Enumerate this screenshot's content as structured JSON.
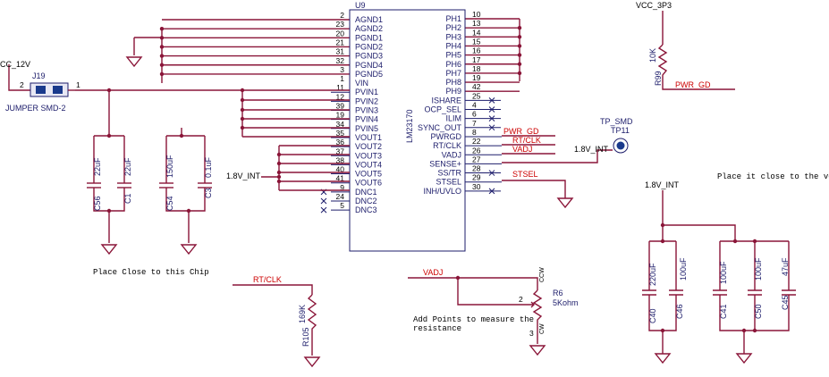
{
  "ic": {
    "ref": "U9",
    "part": "LM23170",
    "left_pins": [
      {
        "num": "2",
        "name": "AGND1"
      },
      {
        "num": "23",
        "name": "AGND2"
      },
      {
        "num": "20",
        "name": "PGND1"
      },
      {
        "num": "21",
        "name": "PGND2"
      },
      {
        "num": "31",
        "name": "PGND3"
      },
      {
        "num": "32",
        "name": "PGND4"
      },
      {
        "num": "3",
        "name": "PGND5"
      },
      {
        "num": "1",
        "name": "VIN"
      },
      {
        "num": "11",
        "name": "PVIN1"
      },
      {
        "num": "12",
        "name": "PVIN2"
      },
      {
        "num": "39",
        "name": "PVIN3"
      },
      {
        "num": "19",
        "name": "PVIN4"
      },
      {
        "num": "34",
        "name": "PVIN5"
      },
      {
        "num": "35",
        "name": "VOUT1"
      },
      {
        "num": "36",
        "name": "VOUT2"
      },
      {
        "num": "37",
        "name": "VOUT3"
      },
      {
        "num": "38",
        "name": "VOUT4"
      },
      {
        "num": "40",
        "name": "VOUT5"
      },
      {
        "num": "41",
        "name": "VOUT6"
      },
      {
        "num": "9",
        "name": "DNC1"
      },
      {
        "num": "24",
        "name": "DNC2"
      },
      {
        "num": "5",
        "name": "DNC3"
      }
    ],
    "right_pins": [
      {
        "num": "10",
        "name": "PH1"
      },
      {
        "num": "13",
        "name": "PH2"
      },
      {
        "num": "14",
        "name": "PH3"
      },
      {
        "num": "15",
        "name": "PH4"
      },
      {
        "num": "16",
        "name": "PH5"
      },
      {
        "num": "17",
        "name": "PH6"
      },
      {
        "num": "18",
        "name": "PH7"
      },
      {
        "num": "19",
        "name": "PH8"
      },
      {
        "num": "42",
        "name": "PH9"
      },
      {
        "num": "25",
        "name": "ISHARE"
      },
      {
        "num": "4",
        "name": "OCP_SEL"
      },
      {
        "num": "6",
        "name": "ILIM"
      },
      {
        "num": "7",
        "name": "SYNC_OUT"
      },
      {
        "num": "8",
        "name": "PWRGD"
      },
      {
        "num": "22",
        "name": "RT/CLK"
      },
      {
        "num": "26",
        "name": "VADJ"
      },
      {
        "num": "27",
        "name": "SENSE+"
      },
      {
        "num": "28",
        "name": "SS/TR"
      },
      {
        "num": "29",
        "name": "STSEL"
      },
      {
        "num": "30",
        "name": "INH/UVLO"
      }
    ]
  },
  "nets": {
    "pwr_gd_1": "PWR_GD",
    "rt_clk_1": "RT/CLK",
    "vadj_1": "VADJ",
    "stsel": "STSEL",
    "pwr_gd_2": "PWR_GD",
    "rt_clk_2": "RT/CLK",
    "vadj_2": "VADJ",
    "v18_1": "1.8V_INT",
    "v18_2": "1.8V_INT",
    "v18_3": "1.8V_INT",
    "vcc3p3": "VCC_3P3",
    "vcc12": "CC_12V"
  },
  "jumper": {
    "ref": "J19",
    "label": "JUMPER SMD-2",
    "pin1": "1",
    "pin2": "2"
  },
  "testpoint": {
    "ref": "TP11",
    "label": "TP_SMD"
  },
  "input_caps": [
    {
      "ref": "C56",
      "value": "22uF"
    },
    {
      "ref": "C1",
      "value": "22uF"
    },
    {
      "ref": "C54",
      "value": "150uF"
    },
    {
      "ref": "C3",
      "value": "0.1uF"
    }
  ],
  "output_caps": [
    {
      "ref": "C40",
      "value": "220uF"
    },
    {
      "ref": "C46",
      "value": "100uF"
    },
    {
      "ref": "C41",
      "value": "100uF"
    },
    {
      "ref": "C50",
      "value": "100uF"
    },
    {
      "ref": "C45",
      "value": "47uF"
    }
  ],
  "r99": {
    "ref": "R99",
    "value": "10K"
  },
  "r105": {
    "ref": "R105",
    "value": "169K"
  },
  "r6": {
    "ref": "R6",
    "value": "5Kohm",
    "ccw": "CCW",
    "cw": "CW",
    "pin2": "2",
    "pin3": "3"
  },
  "notes": {
    "place_close_chip": "Place Close to this Chip",
    "place_close_vou": "Place it close to the vou",
    "measure": "Add Points to measure the",
    "measure2": "resistance"
  }
}
